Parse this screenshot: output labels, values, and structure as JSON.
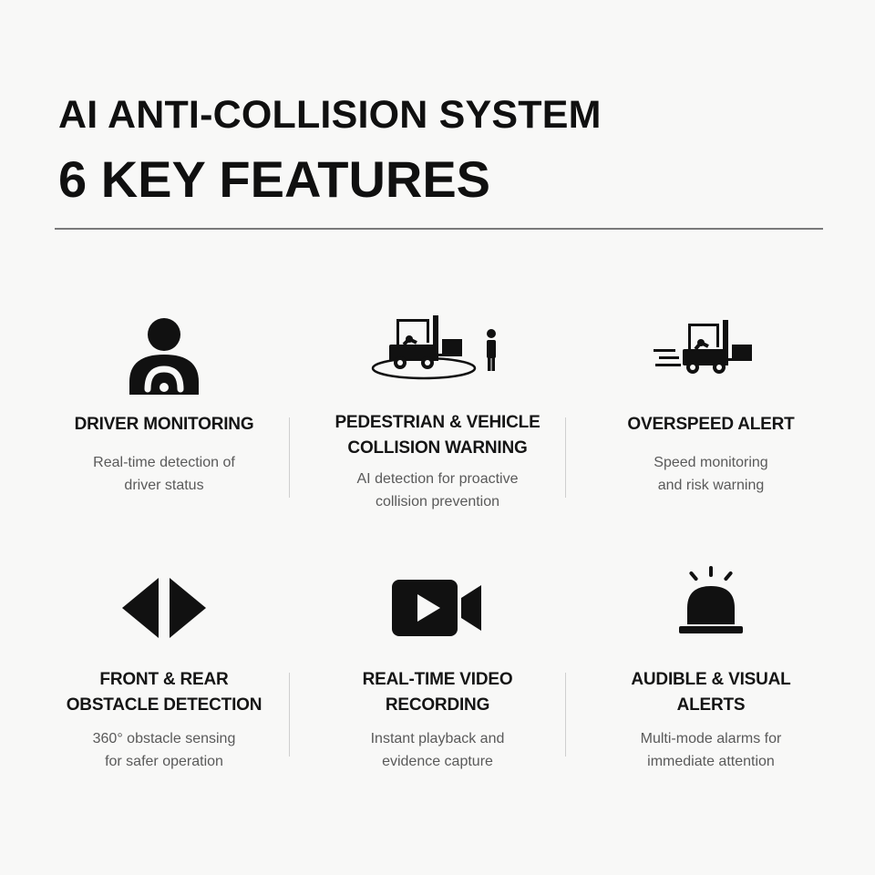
{
  "header": {
    "title_line1": "AI ANTI-COLLISION SYSTEM",
    "title_line2": "6 KEY FEATURES"
  },
  "features": [
    {
      "icon": "driver-icon",
      "title_lines": [
        "DRIVER MONITORING"
      ],
      "desc_lines": [
        "Real-time detection of",
        "driver status"
      ]
    },
    {
      "icon": "forklift-pedestrian-icon",
      "title_lines": [
        "PEDESTRIAN & VEHICLE",
        "COLLISION WARNING"
      ],
      "desc_lines": [
        "AI detection for proactive",
        "collision prevention"
      ]
    },
    {
      "icon": "speeding-forklift-icon",
      "title_lines": [
        "OVERSPEED ALERT"
      ],
      "desc_lines": [
        "Speed monitoring",
        "and risk warning"
      ]
    },
    {
      "icon": "front-rear-arrows-icon",
      "title_lines": [
        "FRONT & REAR",
        "OBSTACLE DETECTION"
      ],
      "desc_lines": [
        "360° obstacle sensing",
        "for safer operation"
      ]
    },
    {
      "icon": "video-camera-icon",
      "title_lines": [
        "REAL-TIME VIDEO",
        "RECORDING"
      ],
      "desc_lines": [
        "Instant playback and",
        "evidence capture"
      ]
    },
    {
      "icon": "alarm-beacon-icon",
      "title_lines": [
        "AUDIBLE & VISUAL",
        "ALERTS"
      ],
      "desc_lines": [
        "Multi-mode alarms for",
        "immediate attention"
      ]
    }
  ],
  "colors": {
    "background": "#f8f8f7",
    "text": "#141414",
    "muted_text": "#5a5a5a",
    "icon": "#111111",
    "rule": "#7a7a7a"
  }
}
